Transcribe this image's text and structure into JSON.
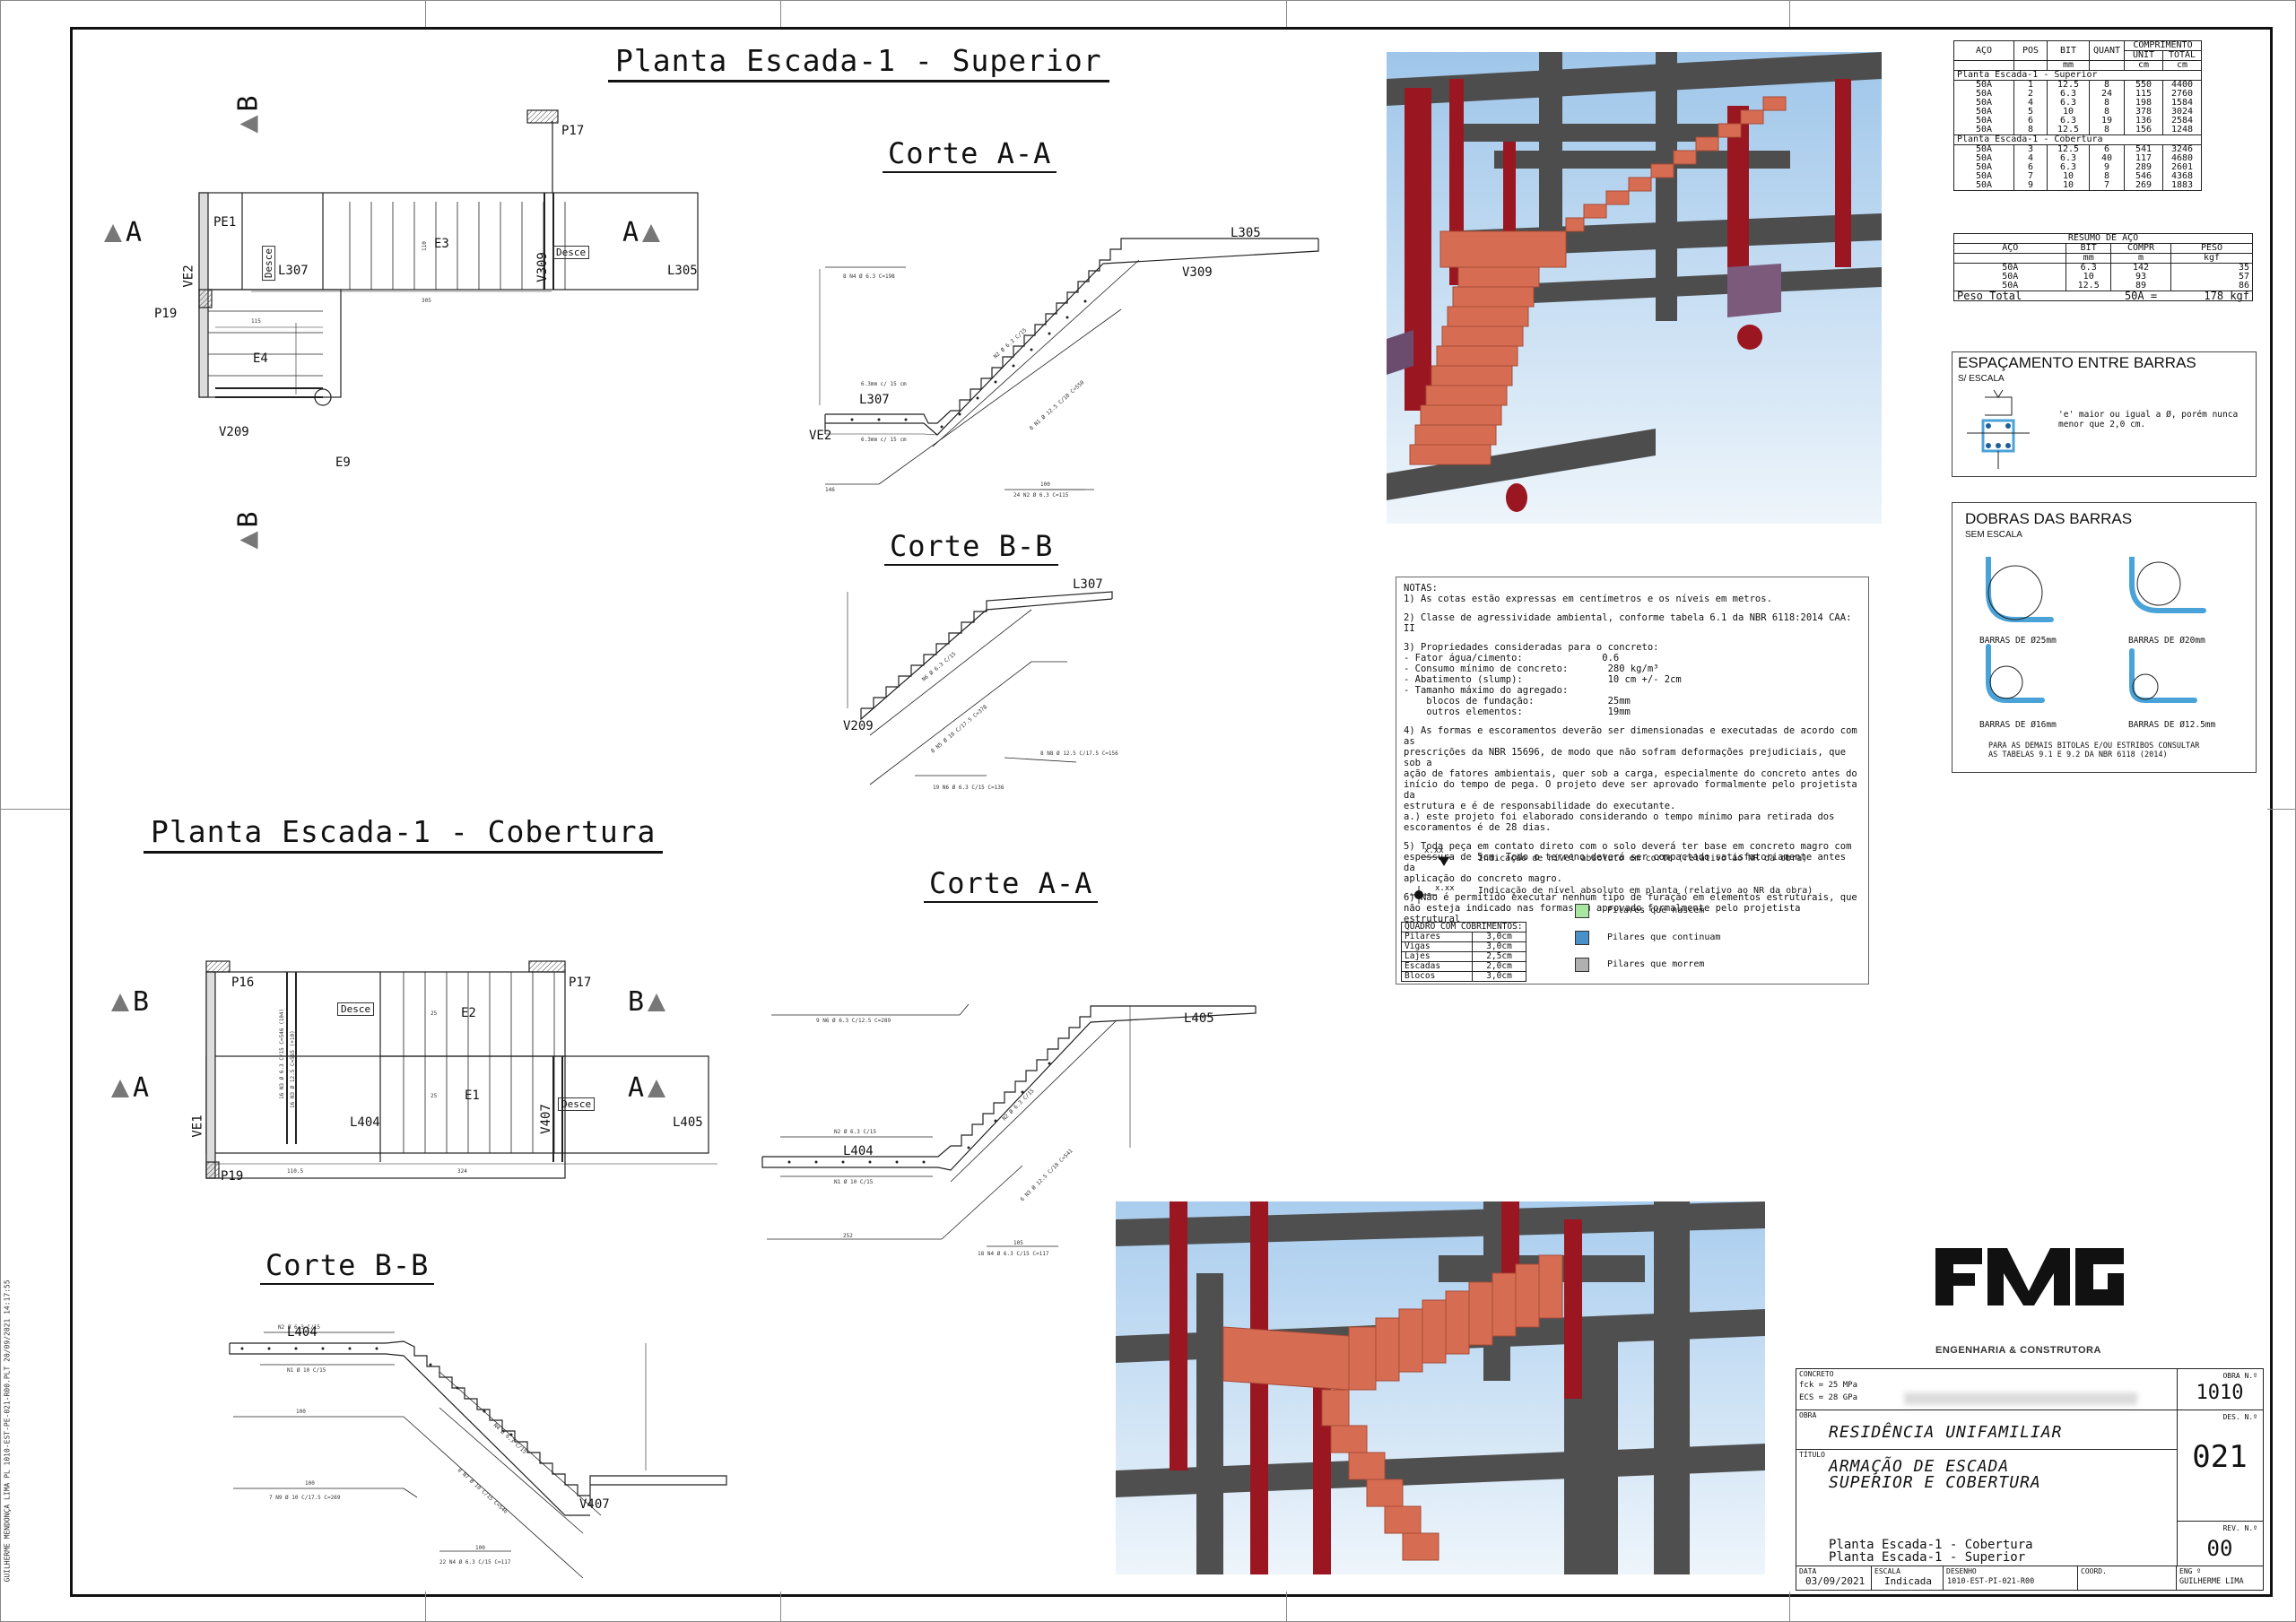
{
  "titles": {
    "plan_superior": "Planta Escada-1 - Superior",
    "plan_cobertura": "Planta Escada-1 - Cobertura",
    "corte_aa_1": "Corte A-A",
    "corte_bb_1": "Corte B-B",
    "corte_aa_2": "Corte A-A",
    "corte_bb_2": "Corte B-B"
  },
  "section_marks": {
    "a": "A",
    "b": "B"
  },
  "plan_superior": {
    "labels": [
      "PE1",
      "VE2",
      "L307",
      "E3",
      "V309",
      "L305",
      "P17",
      "P19",
      "E4",
      "V209",
      "E9"
    ],
    "desce": "Desce"
  },
  "plan_cobertura": {
    "labels": [
      "P16",
      "P17",
      "E2",
      "E1",
      "VE1",
      "L404",
      "V407",
      "L405",
      "P19"
    ],
    "desce": "Desce"
  },
  "corte_labels": {
    "aa1": [
      "L305",
      "V309",
      "L307",
      "VE2"
    ],
    "bb1": [
      "L307",
      "V209"
    ],
    "aa2": [
      "L405",
      "L404"
    ],
    "bb2": [
      "L404",
      "V407"
    ]
  },
  "steel_table": {
    "headers": [
      "AÇO",
      "POS",
      "BIT",
      "QUANT",
      "COMPRIMENTO"
    ],
    "sub_headers": [
      "UNIT",
      "TOTAL"
    ],
    "units": [
      "mm",
      "cm",
      "cm"
    ],
    "groups": [
      {
        "name": "Planta Escada-1 - Superior",
        "rows": [
          [
            "50A",
            "1",
            "12.5",
            "8",
            "550",
            "4400"
          ],
          [
            "50A",
            "2",
            "6.3",
            "24",
            "115",
            "2760"
          ],
          [
            "50A",
            "4",
            "6.3",
            "8",
            "198",
            "1584"
          ],
          [
            "50A",
            "5",
            "10",
            "8",
            "378",
            "3024"
          ],
          [
            "50A",
            "6",
            "6.3",
            "19",
            "136",
            "2584"
          ],
          [
            "50A",
            "8",
            "12.5",
            "8",
            "156",
            "1248"
          ]
        ]
      },
      {
        "name": "Planta Escada-1 - Cobertura",
        "rows": [
          [
            "50A",
            "3",
            "12.5",
            "6",
            "541",
            "3246"
          ],
          [
            "50A",
            "4",
            "6.3",
            "40",
            "117",
            "4680"
          ],
          [
            "50A",
            "6",
            "6.3",
            "9",
            "289",
            "2601"
          ],
          [
            "50A",
            "7",
            "10",
            "8",
            "546",
            "4368"
          ],
          [
            "50A",
            "9",
            "10",
            "7",
            "269",
            "1883"
          ]
        ]
      }
    ]
  },
  "summary_table": {
    "title": "RESUMO DE AÇO",
    "headers": [
      "AÇO",
      "BIT",
      "COMPR",
      "PESO"
    ],
    "units": [
      "mm",
      "m",
      "kgf"
    ],
    "rows": [
      [
        "50A",
        "6.3",
        "142",
        "35"
      ],
      [
        "50A",
        "10",
        "93",
        "57"
      ],
      [
        "50A",
        "12.5",
        "89",
        "86"
      ]
    ],
    "total_label": "Peso Total",
    "total_steel": "50A =",
    "total_value": "178 kgf"
  },
  "spacing_panel": {
    "title": "ESPAÇAMENTO ENTRE BARRAS",
    "subtitle": "S/ ESCALA",
    "text": "'e' maior ou igual a Ø, porém nunca menor que 2,0 cm."
  },
  "bends_panel": {
    "title": "DOBRAS DAS BARRAS",
    "subtitle": "SEM ESCALA",
    "captions": [
      "BARRAS DE Ø25mm",
      "BARRAS DE Ø20mm",
      "BARRAS DE Ø16mm",
      "BARRAS DE Ø12.5mm"
    ],
    "footer": "PARA AS DEMAIS BITOLAS E/OU ESTRIBOS CONSULTAR\nAS TABELAS 9.1 E 9.2 DA NBR 6118 (2014)"
  },
  "notes": {
    "heading": "NOTAS:",
    "items": [
      "1) As cotas estão expressas em centímetros e os níveis em metros.",
      "2) Classe de agressividade ambiental, conforme tabela 6.1 da NBR 6118:2014 CAA: II",
      "3) Propriedades consideradas para o concreto:\n- Fator água/cimento:              0.6\n- Consumo mínimo de concreto:       280 kg/m³\n- Abatimento (slump):               10 cm +/- 2cm\n- Tamanho máximo do agregado:\n    blocos de fundação:             25mm\n    outros elementos:               19mm",
      "4) As formas e escoramentos deverão ser dimensionadas e executadas de acordo com as\nprescrições da NBR 15696, de modo que não sofram deformações prejudiciais, que sob a\nação de fatores ambientais, quer sob a carga, especialmente do concreto antes do\ninício do tempo de pega. O projeto deve ser aprovado formalmente pelo projetista da\nestrutura e é de responsabilidade do executante.\na.) este projeto foi elaborado considerando o tempo mínimo para retirada dos\nescoramentos é de 28 dias.",
      "5) Toda peça em contato direto com o solo deverá ter base em concreto magro com\nespessura de 5cm. Todo o terreno deverá ser compactado satisfatoriamente antes da\naplicação do concreto magro.",
      "6) Não é permitido executar nenhum tipo de furação em elementos estruturais, que\nnão esteja indicado nas formas ou aprovado formalmente pelo projetista estrutural"
    ],
    "level_cut": "Indicação de nível absoluto em corte (relativo ao NR da obra)",
    "level_plan": "Indicação de nível absoluto em planta (relativo ao NR da obra)",
    "level_symbol": "x.xx",
    "cover_title": "QUADRO COM COBRIMENTOS:",
    "cover_rows": [
      [
        "Pilares",
        "3,0cm"
      ],
      [
        "Vigas",
        "3,0cm"
      ],
      [
        "Lajes",
        "2,5cm"
      ],
      [
        "Escadas",
        "2,0cm"
      ],
      [
        "Blocos",
        "3,0cm"
      ]
    ],
    "legend": [
      {
        "label": "Pilares que nascem",
        "color": "#a8e6a1"
      },
      {
        "label": "Pilares que continuam",
        "color": "#4a90c8"
      },
      {
        "label": "Pilares que morrem",
        "color": "#b0b0b0"
      }
    ]
  },
  "title_block": {
    "concreto_label": "CONCRETO",
    "fck": "fck = 25 MPa",
    "ecs": "ECS = 28 GPa",
    "obra_n_label": "OBRA N.º",
    "obra_n": "1010",
    "obra_label": "OBRA",
    "obra": "RESIDÊNCIA UNIFAMILIAR",
    "titulo_label": "TÍTULO",
    "titulo_1": "ARMAÇÃO DE ESCADA",
    "titulo_2": "SUPERIOR E COBERTURA",
    "des_n_label": "DES. N.º",
    "des_n": "021",
    "rev_label": "REV. N.º",
    "rev": "00",
    "plan_1": "Planta Escada-1 - Cobertura",
    "plan_2": "Planta Escada-1 - Superior",
    "data_label": "DATA",
    "data": "03/09/2021",
    "escala_label": "ESCALA",
    "escala": "Indicada",
    "desenho_label": "DESENHO",
    "desenho": "1010-EST-PI-021-R00",
    "coord_label": "COORD.",
    "eng_label": "ENG º",
    "eng": "GUILHERME LIMA"
  },
  "logo": {
    "text": "FMG",
    "tagline": "ENGENHARIA & CONSTRUTORA",
    "color": "#111111"
  },
  "side_stamp": "GUILHERME MENDONÇA LIMA PL 1010-EST-PE-021-R00.PLT 20/09/2021 14:17:55",
  "colors": {
    "steps": "#e0785c",
    "columns": "#a0141e",
    "beams": "#555555",
    "sky": "#cfe3f5",
    "rebar": "#4aa3d8"
  }
}
